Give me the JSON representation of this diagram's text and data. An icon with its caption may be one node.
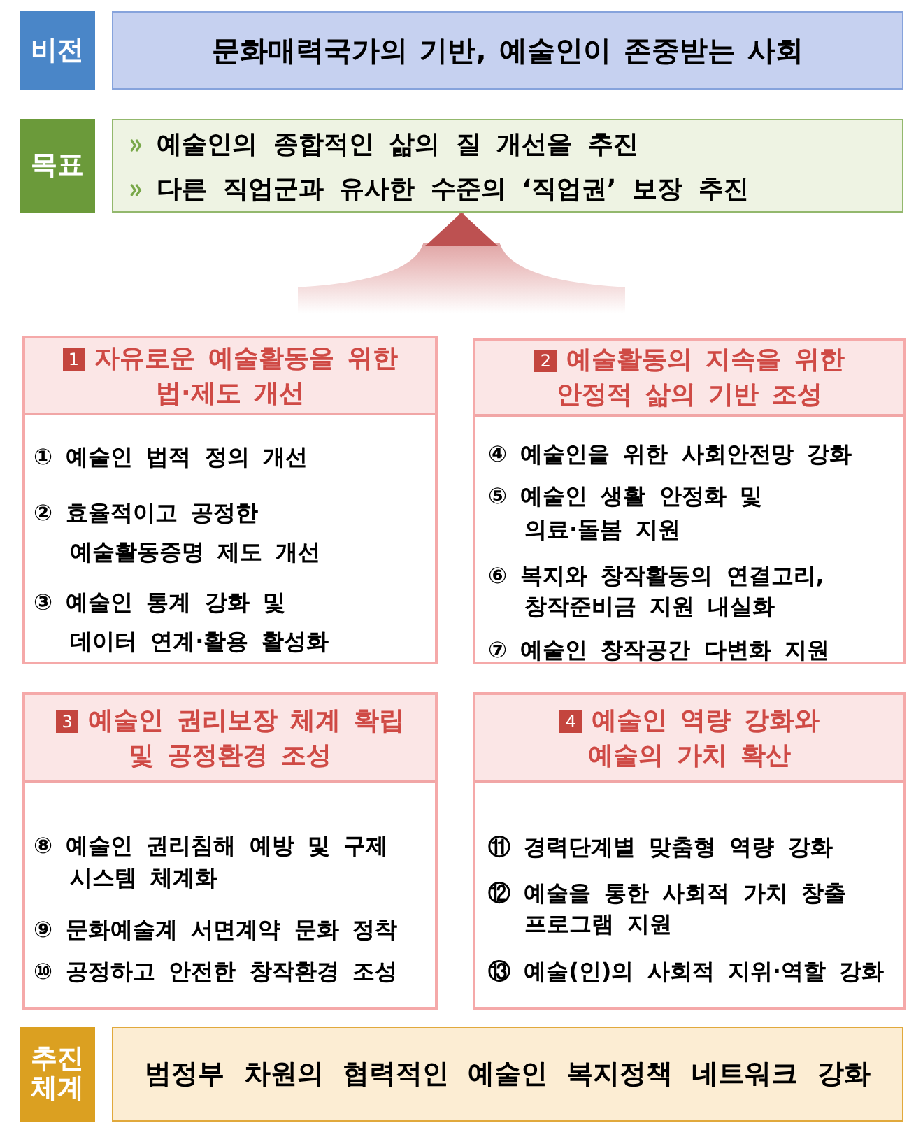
{
  "diagram": {
    "nodes": [
      {
        "text": [
          "비전"
        ]
      },
      {
        "text": [
          "문화매력국가의 기반, 예술인이 존중받는 사회"
        ]
      },
      {
        "text": [
          "목표"
        ]
      },
      {
        "text": [
          "예술인의 종합적인 삶의 질 개선을 추진",
          "다른 직업군과 유사한 수준의 ‘직업권’ 보장 추진"
        ]
      },
      {
        "text": [
          "1",
          "자유로운 예술활동을 위한 법·제도 개선",
          "① 예술인 법적 정의 개선",
          "② 효율적이고 공정한 예술활동증명 제도 개선",
          "③ 예술인 통계 강화 및 데이터 연계·활용 활성화"
        ]
      },
      {
        "text": [
          "2",
          "예술활동의 지속을 위한 안정적 삶의 기반 조성",
          "④ 예술인을 위한 사회안전망 강화",
          "⑤ 예술인 생활 안정화 및 의료·돌봄 지원",
          "⑥ 복지와 창작활동의 연결고리, 창작준비금 지원 내실화",
          "⑦ 예술인 창작공간 다변화 지원"
        ]
      },
      {
        "text": [
          "3",
          "예술인 권리보장 체계 확립 및 공정환경 조성",
          "⑧ 예술인 권리침해 예방 및 구제 시스템 체계화",
          "⑨ 문화예술계 서면계약 문화 정착",
          "⑩ 공정하고 안전한 창작환경 조성"
        ]
      },
      {
        "text": [
          "4",
          "예술인 역량 강화와 예술의 가치 확산",
          "⑪ 경력단계별 맞춤형 역량 강화",
          "⑫ 예술을 통한 사회적 가치 창출 프로그램 지원",
          "⑬ 예술(인)의 사회적 지위·역할 강화"
        ]
      },
      {
        "text": [
          "추진 체계"
        ]
      },
      {
        "text": [
          "범정부 차원의 협력적인 예술인 복지정책 네트워크 강화"
        ]
      }
    ],
    "edges": [
      {
        "from": null,
        "to": 3,
        "arrow": "to"
      }
    ]
  }
}
